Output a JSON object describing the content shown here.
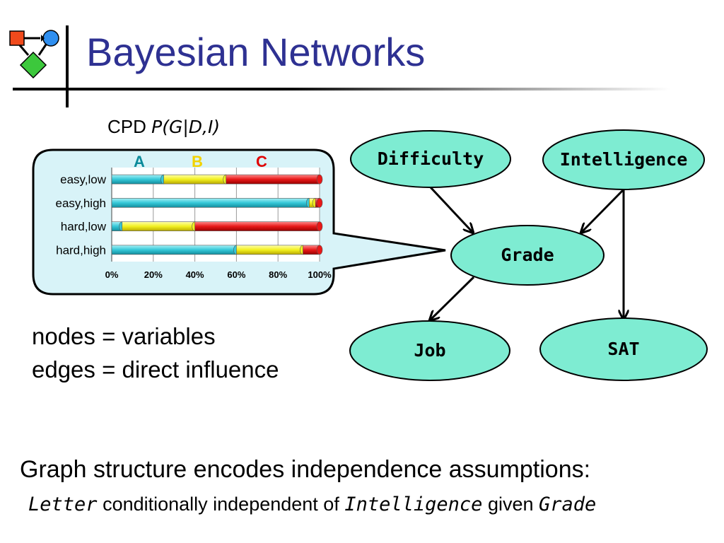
{
  "slide": {
    "title": "Bayesian Networks",
    "cpd_prefix": "CPD",
    "cpd_expression": "P(G|D,I)",
    "bullets": [
      "nodes = variables",
      "edges = direct influence"
    ],
    "statement": "Graph structure encodes independence assumptions:",
    "sub_statement": {
      "var1": "Letter",
      "text1": "conditionally independent of",
      "var2": "Intelligence",
      "text2": "given",
      "var3": "Grade"
    }
  },
  "logo": {
    "icon": "bayes-net-logo-icon",
    "colors": {
      "square": "#f04a1c",
      "circle": "#2f8ff0",
      "diamond": "#3cc83c"
    }
  },
  "network": {
    "node_fill": "#7eecd2",
    "nodes": [
      {
        "id": "difficulty",
        "label": "Difficulty"
      },
      {
        "id": "intelligence",
        "label": "Intelligence"
      },
      {
        "id": "grade",
        "label": "Grade"
      },
      {
        "id": "job",
        "label": "Job"
      },
      {
        "id": "sat",
        "label": "SAT"
      }
    ],
    "edges": [
      {
        "from": "difficulty",
        "to": "grade"
      },
      {
        "from": "intelligence",
        "to": "grade"
      },
      {
        "from": "intelligence",
        "to": "sat"
      },
      {
        "from": "grade",
        "to": "job"
      }
    ]
  },
  "chart_data": {
    "type": "bar",
    "orientation": "horizontal",
    "stacked": "percent",
    "categories": [
      "easy,low",
      "easy,high",
      "hard,low",
      "hard,high"
    ],
    "series": [
      {
        "name": "A",
        "color": "#35c8d8",
        "values": [
          25,
          95,
          5,
          60
        ]
      },
      {
        "name": "B",
        "color": "#f2f020",
        "values": [
          30,
          3,
          35,
          32
        ]
      },
      {
        "name": "C",
        "color": "#e81818",
        "values": [
          45,
          2,
          60,
          8
        ]
      }
    ],
    "legend_colors": {
      "A": "#0a8a9a",
      "B": "#f2d200",
      "C": "#e00000"
    },
    "xlim": [
      0,
      100
    ],
    "xticks": [
      "0%",
      "20%",
      "40%",
      "60%",
      "80%",
      "100%"
    ],
    "legend_position": "top",
    "grid": true
  }
}
